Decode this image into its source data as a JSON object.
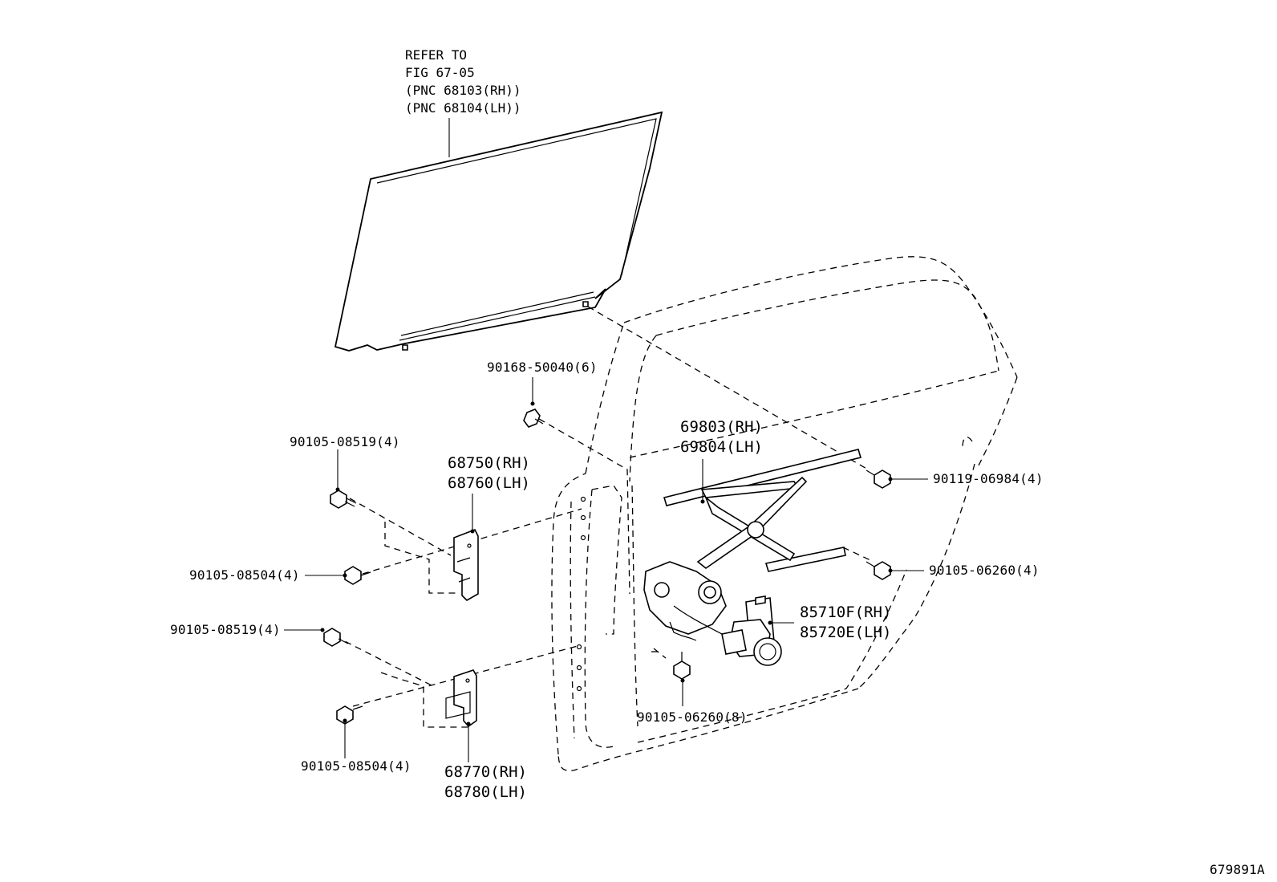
{
  "labels": {
    "refer_note": [
      "REFER TO",
      "FIG 67-05",
      "(PNC 68103(RH))",
      "(PNC 68104(LH))"
    ],
    "bolt_90168": "90168-50040(6)",
    "bolt_90105_08519_upper": "90105-08519(4)",
    "bolt_90105_08504_upper": "90105-08504(4)",
    "bolt_90105_08519_lower": "90105-08519(4)",
    "bolt_90105_08504_lower": "90105-08504(4)",
    "channel_upper": [
      "68750(RH)",
      "68760(LH)"
    ],
    "channel_lower": [
      "68770(RH)",
      "68780(LH)"
    ],
    "regulator": [
      "69803(RH)",
      "69804(LH)"
    ],
    "motor": [
      "85710F(RH)",
      "85720E(LH)"
    ],
    "bolt_90119": "90119-06984(4)",
    "bolt_90105_06260_right": "90105-06260(4)",
    "bolt_90105_06260_bottom": "90105-06260(8)",
    "figure_id": "679891A"
  }
}
